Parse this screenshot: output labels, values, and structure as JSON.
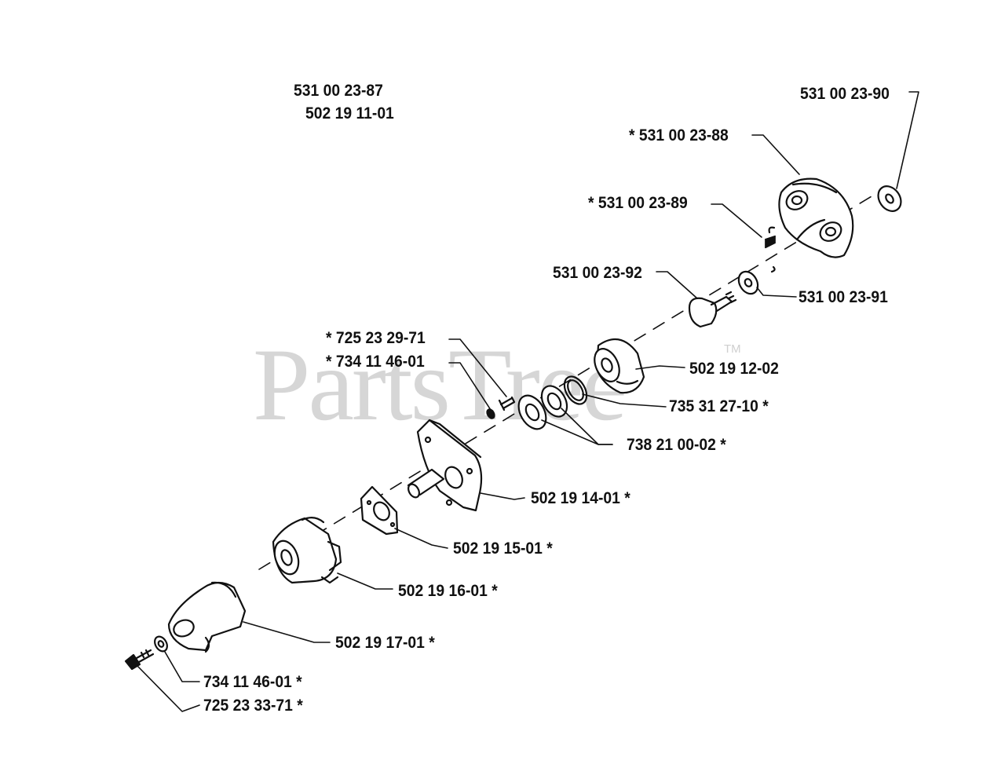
{
  "watermark": {
    "text": "PartsTree",
    "tm": "TM"
  },
  "header_codes": [
    "531 00 23-87",
    "502 19 11-01"
  ],
  "parts": [
    {
      "id": "p90",
      "code": "531 00 23-90",
      "marker": ""
    },
    {
      "id": "p88",
      "code": "531 00 23-88",
      "marker": "* "
    },
    {
      "id": "p89",
      "code": "531 00 23-89",
      "marker": "* "
    },
    {
      "id": "p92",
      "code": "531 00 23-92",
      "marker": ""
    },
    {
      "id": "p91",
      "code": "531 00 23-91",
      "marker": ""
    },
    {
      "id": "p2971",
      "code": "725 23 29-71",
      "marker": "* "
    },
    {
      "id": "p4601a",
      "code": "734 11 46-01",
      "marker": "* "
    },
    {
      "id": "p1202",
      "code": "502 19 12-02",
      "marker": ""
    },
    {
      "id": "p2710",
      "code": "735 31 27-10 *",
      "marker": ""
    },
    {
      "id": "p0002",
      "code": "738 21 00-02 *",
      "marker": ""
    },
    {
      "id": "p1401",
      "code": "502 19 14-01 *",
      "marker": ""
    },
    {
      "id": "p1501",
      "code": "502 19 15-01 *",
      "marker": ""
    },
    {
      "id": "p1601",
      "code": "502 19 16-01 *",
      "marker": ""
    },
    {
      "id": "p1701",
      "code": "502 19 17-01 *",
      "marker": ""
    },
    {
      "id": "p4601b",
      "code": "734 11 46-01 *",
      "marker": ""
    },
    {
      "id": "p3371",
      "code": "725 23 33-71 *",
      "marker": ""
    }
  ]
}
